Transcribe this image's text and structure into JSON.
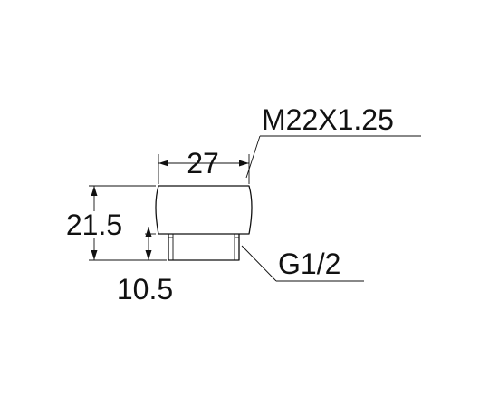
{
  "drawing": {
    "thread_spec": "M22X1.25",
    "width_dim": "27",
    "height_dim": "21.5",
    "spigot_dim": "10.5",
    "pipe_thread": "G1/2",
    "line_color": "#111111",
    "background": "#ffffff"
  }
}
